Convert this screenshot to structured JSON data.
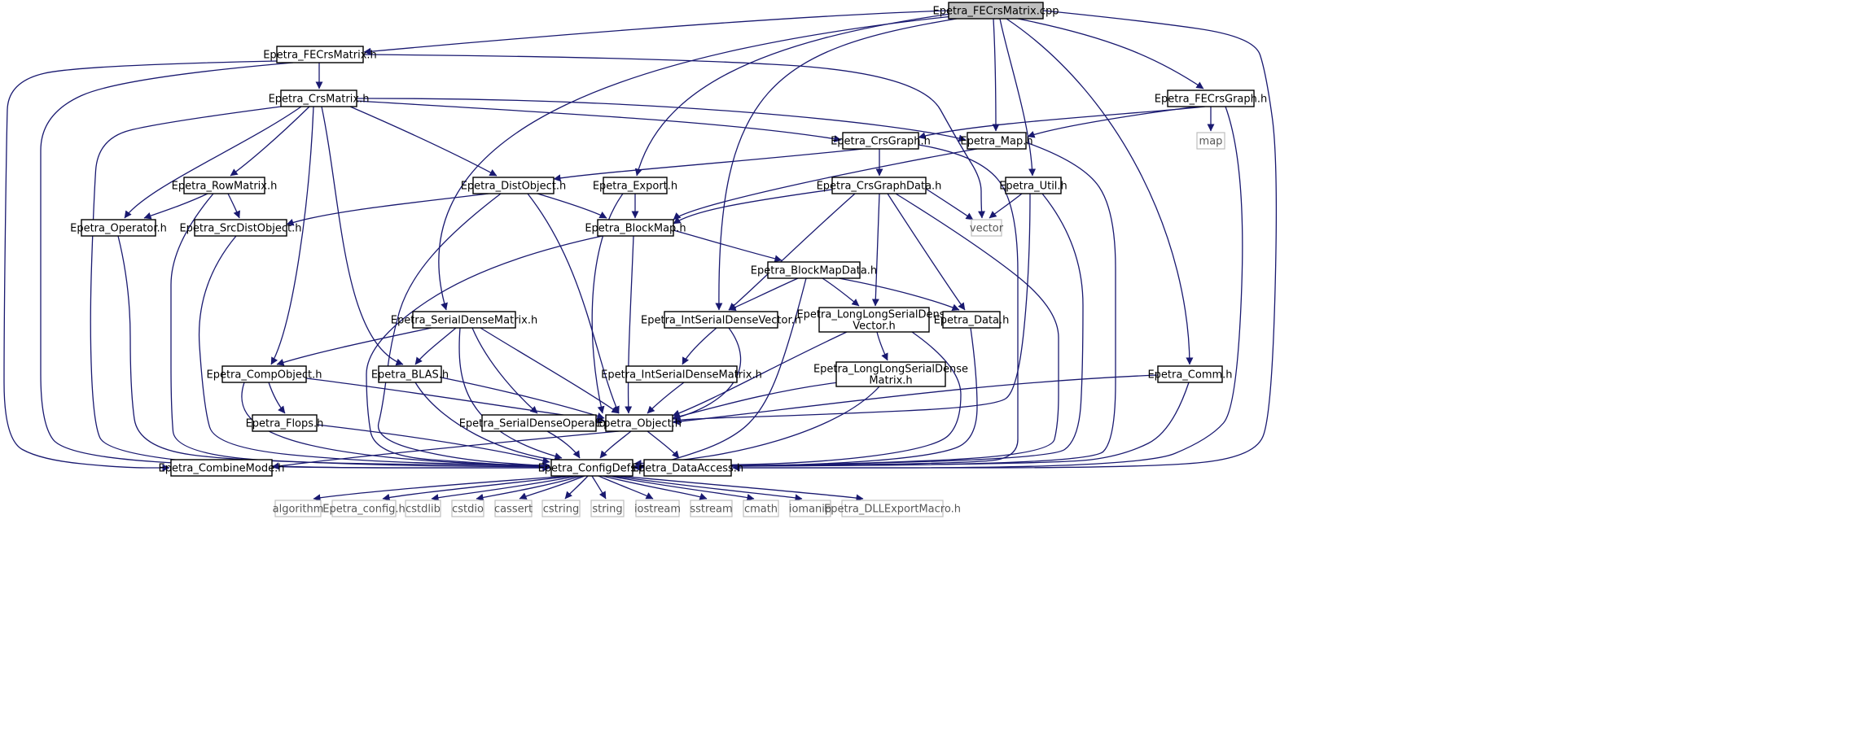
{
  "diagram": {
    "title": "",
    "colors": {
      "edge": "#191970",
      "node_border": "#000000",
      "root_fill": "#bfbfbf",
      "external_border": "#bfbfbf",
      "external_text": "#555555"
    },
    "nodes": [
      {
        "id": "fecrsmatrix_cpp",
        "label": [
          "Epetra_FECrsMatrix.cpp"
        ],
        "kind": "root"
      },
      {
        "id": "fecrsmatrix_h",
        "label": [
          "Epetra_FECrsMatrix.h"
        ],
        "kind": "header"
      },
      {
        "id": "crsmatrix_h",
        "label": [
          "Epetra_CrsMatrix.h"
        ],
        "kind": "header"
      },
      {
        "id": "fecrsgraph_h",
        "label": [
          "Epetra_FECrsGraph.h"
        ],
        "kind": "header"
      },
      {
        "id": "crsgraph_h",
        "label": [
          "Epetra_CrsGraph.h"
        ],
        "kind": "header"
      },
      {
        "id": "map_h",
        "label": [
          "Epetra_Map.h"
        ],
        "kind": "header"
      },
      {
        "id": "map",
        "label": [
          "map"
        ],
        "kind": "external"
      },
      {
        "id": "rowmatrix_h",
        "label": [
          "Epetra_RowMatrix.h"
        ],
        "kind": "header"
      },
      {
        "id": "distobject_h",
        "label": [
          "Epetra_DistObject.h"
        ],
        "kind": "header"
      },
      {
        "id": "export_h",
        "label": [
          "Epetra_Export.h"
        ],
        "kind": "header"
      },
      {
        "id": "crsgraphdata_h",
        "label": [
          "Epetra_CrsGraphData.h"
        ],
        "kind": "header"
      },
      {
        "id": "util_h",
        "label": [
          "Epetra_Util.h"
        ],
        "kind": "header"
      },
      {
        "id": "operator_h",
        "label": [
          "Epetra_Operator.h"
        ],
        "kind": "header"
      },
      {
        "id": "srcdistobject_h",
        "label": [
          "Epetra_SrcDistObject.h"
        ],
        "kind": "header"
      },
      {
        "id": "blockmap_h",
        "label": [
          "Epetra_BlockMap.h"
        ],
        "kind": "header"
      },
      {
        "id": "vector",
        "label": [
          "vector"
        ],
        "kind": "external"
      },
      {
        "id": "blockmapdata_h",
        "label": [
          "Epetra_BlockMapData.h"
        ],
        "kind": "header"
      },
      {
        "id": "serialdensematrix_h",
        "label": [
          "Epetra_SerialDenseMatrix.h"
        ],
        "kind": "header"
      },
      {
        "id": "intserialdensevector_h",
        "label": [
          "Epetra_IntSerialDenseVector.h"
        ],
        "kind": "header"
      },
      {
        "id": "longlongserialdensevector_h",
        "label": [
          "Epetra_LongLongSerialDense",
          "Vector.h"
        ],
        "kind": "header"
      },
      {
        "id": "data_h",
        "label": [
          "Epetra_Data.h"
        ],
        "kind": "header"
      },
      {
        "id": "compobject_h",
        "label": [
          "Epetra_CompObject.h"
        ],
        "kind": "header"
      },
      {
        "id": "blas_h",
        "label": [
          "Epetra_BLAS.h"
        ],
        "kind": "header"
      },
      {
        "id": "intserialdensematrix_h",
        "label": [
          "Epetra_IntSerialDenseMatrix.h"
        ],
        "kind": "header"
      },
      {
        "id": "longlongserialdensematrix_h",
        "label": [
          "Epetra_LongLongSerialDense",
          "Matrix.h"
        ],
        "kind": "header"
      },
      {
        "id": "comm_h",
        "label": [
          "Epetra_Comm.h"
        ],
        "kind": "header"
      },
      {
        "id": "flops_h",
        "label": [
          "Epetra_Flops.h"
        ],
        "kind": "header"
      },
      {
        "id": "serialdenseoperator_h",
        "label": [
          "Epetra_SerialDenseOperator.h"
        ],
        "kind": "header"
      },
      {
        "id": "object_h",
        "label": [
          "Epetra_Object.h"
        ],
        "kind": "header"
      },
      {
        "id": "combinemode_h",
        "label": [
          "Epetra_CombineMode.h"
        ],
        "kind": "header"
      },
      {
        "id": "configdefs_h",
        "label": [
          "Epetra_ConfigDefs.h"
        ],
        "kind": "header"
      },
      {
        "id": "dataaccess_h",
        "label": [
          "Epetra_DataAccess.h"
        ],
        "kind": "header"
      },
      {
        "id": "algorithm",
        "label": [
          "algorithm"
        ],
        "kind": "external"
      },
      {
        "id": "epetra_config_h",
        "label": [
          "Epetra_config.h"
        ],
        "kind": "external"
      },
      {
        "id": "cstdlib",
        "label": [
          "cstdlib"
        ],
        "kind": "external"
      },
      {
        "id": "cstdio",
        "label": [
          "cstdio"
        ],
        "kind": "external"
      },
      {
        "id": "cassert",
        "label": [
          "cassert"
        ],
        "kind": "external"
      },
      {
        "id": "cstring",
        "label": [
          "cstring"
        ],
        "kind": "external"
      },
      {
        "id": "string",
        "label": [
          "string"
        ],
        "kind": "external"
      },
      {
        "id": "iostream",
        "label": [
          "iostream"
        ],
        "kind": "external"
      },
      {
        "id": "sstream",
        "label": [
          "sstream"
        ],
        "kind": "external"
      },
      {
        "id": "cmath",
        "label": [
          "cmath"
        ],
        "kind": "external"
      },
      {
        "id": "iomanip",
        "label": [
          "iomanip"
        ],
        "kind": "external"
      },
      {
        "id": "dllexportmacro_h",
        "label": [
          "Epetra_DLLExportMacro.h"
        ],
        "kind": "external"
      }
    ],
    "edges": [
      [
        "fecrsmatrix_cpp",
        "fecrsmatrix_h"
      ],
      [
        "fecrsmatrix_cpp",
        "export_h"
      ],
      [
        "fecrsmatrix_cpp",
        "serialdensematrix_h"
      ],
      [
        "fecrsmatrix_cpp",
        "intserialdensevector_h"
      ],
      [
        "fecrsmatrix_cpp",
        "map_h"
      ],
      [
        "fecrsmatrix_cpp",
        "util_h"
      ],
      [
        "fecrsmatrix_cpp",
        "comm_h"
      ],
      [
        "fecrsmatrix_cpp",
        "fecrsgraph_h"
      ],
      [
        "fecrsmatrix_cpp",
        "dataaccess_h"
      ],
      [
        "fecrsmatrix_h",
        "crsmatrix_h"
      ],
      [
        "fecrsmatrix_h",
        "combinemode_h"
      ],
      [
        "fecrsmatrix_h",
        "configdefs_h"
      ],
      [
        "fecrsmatrix_h",
        "vector"
      ],
      [
        "crsmatrix_h",
        "crsgraph_h"
      ],
      [
        "crsmatrix_h",
        "map_h"
      ],
      [
        "crsmatrix_h",
        "distobject_h"
      ],
      [
        "crsmatrix_h",
        "rowmatrix_h"
      ],
      [
        "crsmatrix_h",
        "operator_h"
      ],
      [
        "crsmatrix_h",
        "compobject_h"
      ],
      [
        "crsmatrix_h",
        "blas_h"
      ],
      [
        "crsmatrix_h",
        "configdefs_h"
      ],
      [
        "fecrsgraph_h",
        "crsgraph_h"
      ],
      [
        "fecrsgraph_h",
        "map_h"
      ],
      [
        "fecrsgraph_h",
        "map"
      ],
      [
        "fecrsgraph_h",
        "configdefs_h"
      ],
      [
        "crsgraph_h",
        "distobject_h"
      ],
      [
        "crsgraph_h",
        "crsgraphdata_h"
      ],
      [
        "crsgraph_h",
        "configdefs_h"
      ],
      [
        "map_h",
        "blockmap_h"
      ],
      [
        "map_h",
        "configdefs_h"
      ],
      [
        "rowmatrix_h",
        "operator_h"
      ],
      [
        "rowmatrix_h",
        "srcdistobject_h"
      ],
      [
        "rowmatrix_h",
        "configdefs_h"
      ],
      [
        "distobject_h",
        "srcdistobject_h"
      ],
      [
        "distobject_h",
        "blockmap_h"
      ],
      [
        "distobject_h",
        "object_h"
      ],
      [
        "distobject_h",
        "configdefs_h"
      ],
      [
        "export_h",
        "blockmap_h"
      ],
      [
        "export_h",
        "object_h"
      ],
      [
        "crsgraphdata_h",
        "blockmap_h"
      ],
      [
        "crsgraphdata_h",
        "vector"
      ],
      [
        "crsgraphdata_h",
        "intserialdensevector_h"
      ],
      [
        "crsgraphdata_h",
        "longlongserialdensevector_h"
      ],
      [
        "crsgraphdata_h",
        "data_h"
      ],
      [
        "crsgraphdata_h",
        "configdefs_h"
      ],
      [
        "util_h",
        "vector"
      ],
      [
        "util_h",
        "object_h"
      ],
      [
        "util_h",
        "configdefs_h"
      ],
      [
        "operator_h",
        "configdefs_h"
      ],
      [
        "srcdistobject_h",
        "configdefs_h"
      ],
      [
        "blockmap_h",
        "blockmapdata_h"
      ],
      [
        "blockmap_h",
        "object_h"
      ],
      [
        "blockmap_h",
        "configdefs_h"
      ],
      [
        "blockmapdata_h",
        "intserialdensevector_h"
      ],
      [
        "blockmapdata_h",
        "longlongserialdensevector_h"
      ],
      [
        "blockmapdata_h",
        "data_h"
      ],
      [
        "blockmapdata_h",
        "configdefs_h"
      ],
      [
        "serialdensematrix_h",
        "compobject_h"
      ],
      [
        "serialdensematrix_h",
        "blas_h"
      ],
      [
        "serialdensematrix_h",
        "serialdenseoperator_h"
      ],
      [
        "serialdensematrix_h",
        "object_h"
      ],
      [
        "serialdensematrix_h",
        "configdefs_h"
      ],
      [
        "intserialdensevector_h",
        "intserialdensematrix_h"
      ],
      [
        "intserialdensevector_h",
        "object_h"
      ],
      [
        "longlongserialdensevector_h",
        "longlongserialdensematrix_h"
      ],
      [
        "longlongserialdensevector_h",
        "object_h"
      ],
      [
        "longlongserialdensevector_h",
        "configdefs_h"
      ],
      [
        "data_h",
        "configdefs_h"
      ],
      [
        "compobject_h",
        "flops_h"
      ],
      [
        "compobject_h",
        "object_h"
      ],
      [
        "compobject_h",
        "configdefs_h"
      ],
      [
        "blas_h",
        "object_h"
      ],
      [
        "blas_h",
        "configdefs_h"
      ],
      [
        "intserialdensematrix_h",
        "object_h"
      ],
      [
        "longlongserialdensematrix_h",
        "object_h"
      ],
      [
        "longlongserialdensematrix_h",
        "configdefs_h"
      ],
      [
        "comm_h",
        "object_h"
      ],
      [
        "comm_h",
        "configdefs_h"
      ],
      [
        "flops_h",
        "configdefs_h"
      ],
      [
        "serialdenseoperator_h",
        "configdefs_h"
      ],
      [
        "object_h",
        "combinemode_h"
      ],
      [
        "object_h",
        "configdefs_h"
      ],
      [
        "object_h",
        "dataaccess_h"
      ],
      [
        "configdefs_h",
        "algorithm"
      ],
      [
        "configdefs_h",
        "epetra_config_h"
      ],
      [
        "configdefs_h",
        "cstdlib"
      ],
      [
        "configdefs_h",
        "cstdio"
      ],
      [
        "configdefs_h",
        "cassert"
      ],
      [
        "configdefs_h",
        "cstring"
      ],
      [
        "configdefs_h",
        "string"
      ],
      [
        "configdefs_h",
        "iostream"
      ],
      [
        "configdefs_h",
        "sstream"
      ],
      [
        "configdefs_h",
        "cmath"
      ],
      [
        "configdefs_h",
        "iomanip"
      ],
      [
        "configdefs_h",
        "dllexportmacro_h"
      ]
    ]
  }
}
